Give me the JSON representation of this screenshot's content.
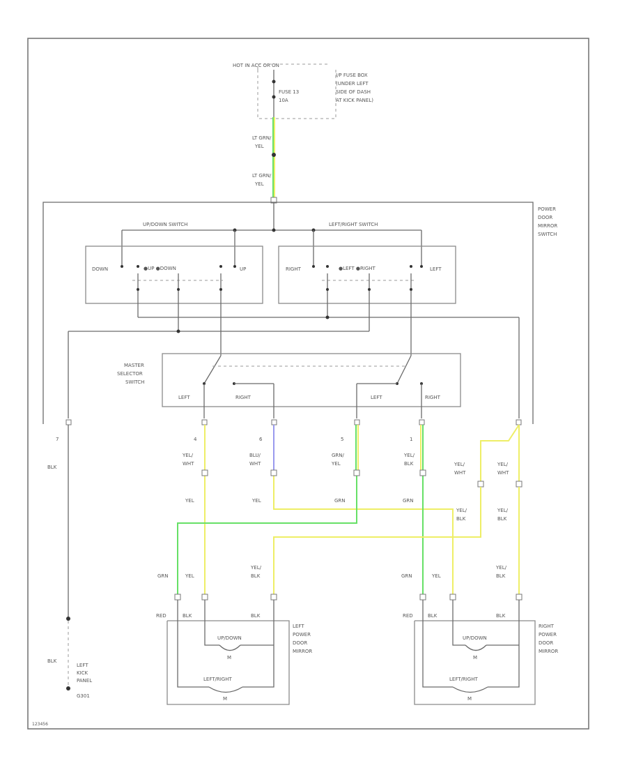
{
  "labels": {
    "hot": "HOT IN ACC OR ON",
    "fuse_box": [
      "I/P FUSE BOX",
      "(UNDER LEFT",
      "SIDE OF DASH",
      "AT KICK PANEL)"
    ],
    "fuse": [
      "FUSE 13",
      "10A"
    ],
    "wire_lt_grn_yel": [
      "LT GRN/",
      "YEL"
    ],
    "power_mirror_switch": [
      "POWER",
      "DOOR",
      "MIRROR",
      "SWITCH"
    ],
    "up_down_switch": "UP/DOWN SWITCH",
    "left_right_switch": "LEFT/RIGHT SWITCH",
    "down": "DOWN",
    "up": "UP",
    "right": "RIGHT",
    "left": "LEFT",
    "up_down_contacts": "●UP  ●DOWN",
    "left_right_contacts": "●LEFT  ●RIGHT",
    "master_selector": [
      "MASTER",
      "SELECTOR",
      "SWITCH"
    ],
    "sel_left_1": "LEFT",
    "sel_right_1": "RIGHT",
    "sel_left_2": "LEFT",
    "sel_right_2": "RIGHT",
    "pins": [
      "7",
      "4",
      "6",
      "5",
      "1"
    ],
    "wire_blk": "BLK",
    "wire_yel_wht": [
      "YEL/",
      "WHT"
    ],
    "wire_blu_wht": [
      "BLU/",
      "WHT"
    ],
    "wire_grn_yel": [
      "GRN/",
      "YEL"
    ],
    "wire_yel_blk": [
      "YEL/",
      "BLK"
    ],
    "wire_yel": "YEL",
    "wire_grn": "GRN",
    "left_mirror": [
      "LEFT",
      "POWER",
      "DOOR",
      "MIRROR"
    ],
    "right_mirror": [
      "RIGHT",
      "POWER",
      "DOOR",
      "MIRROR"
    ],
    "motor_up_down": "UP/DOWN",
    "motor_left_right": "LEFT/RIGHT",
    "motor": "M",
    "mirror_pins": [
      "RED",
      "BLK",
      "BLK"
    ],
    "ground": [
      "LEFT",
      "KICK",
      "PANEL",
      "G301"
    ],
    "code": "123456"
  }
}
